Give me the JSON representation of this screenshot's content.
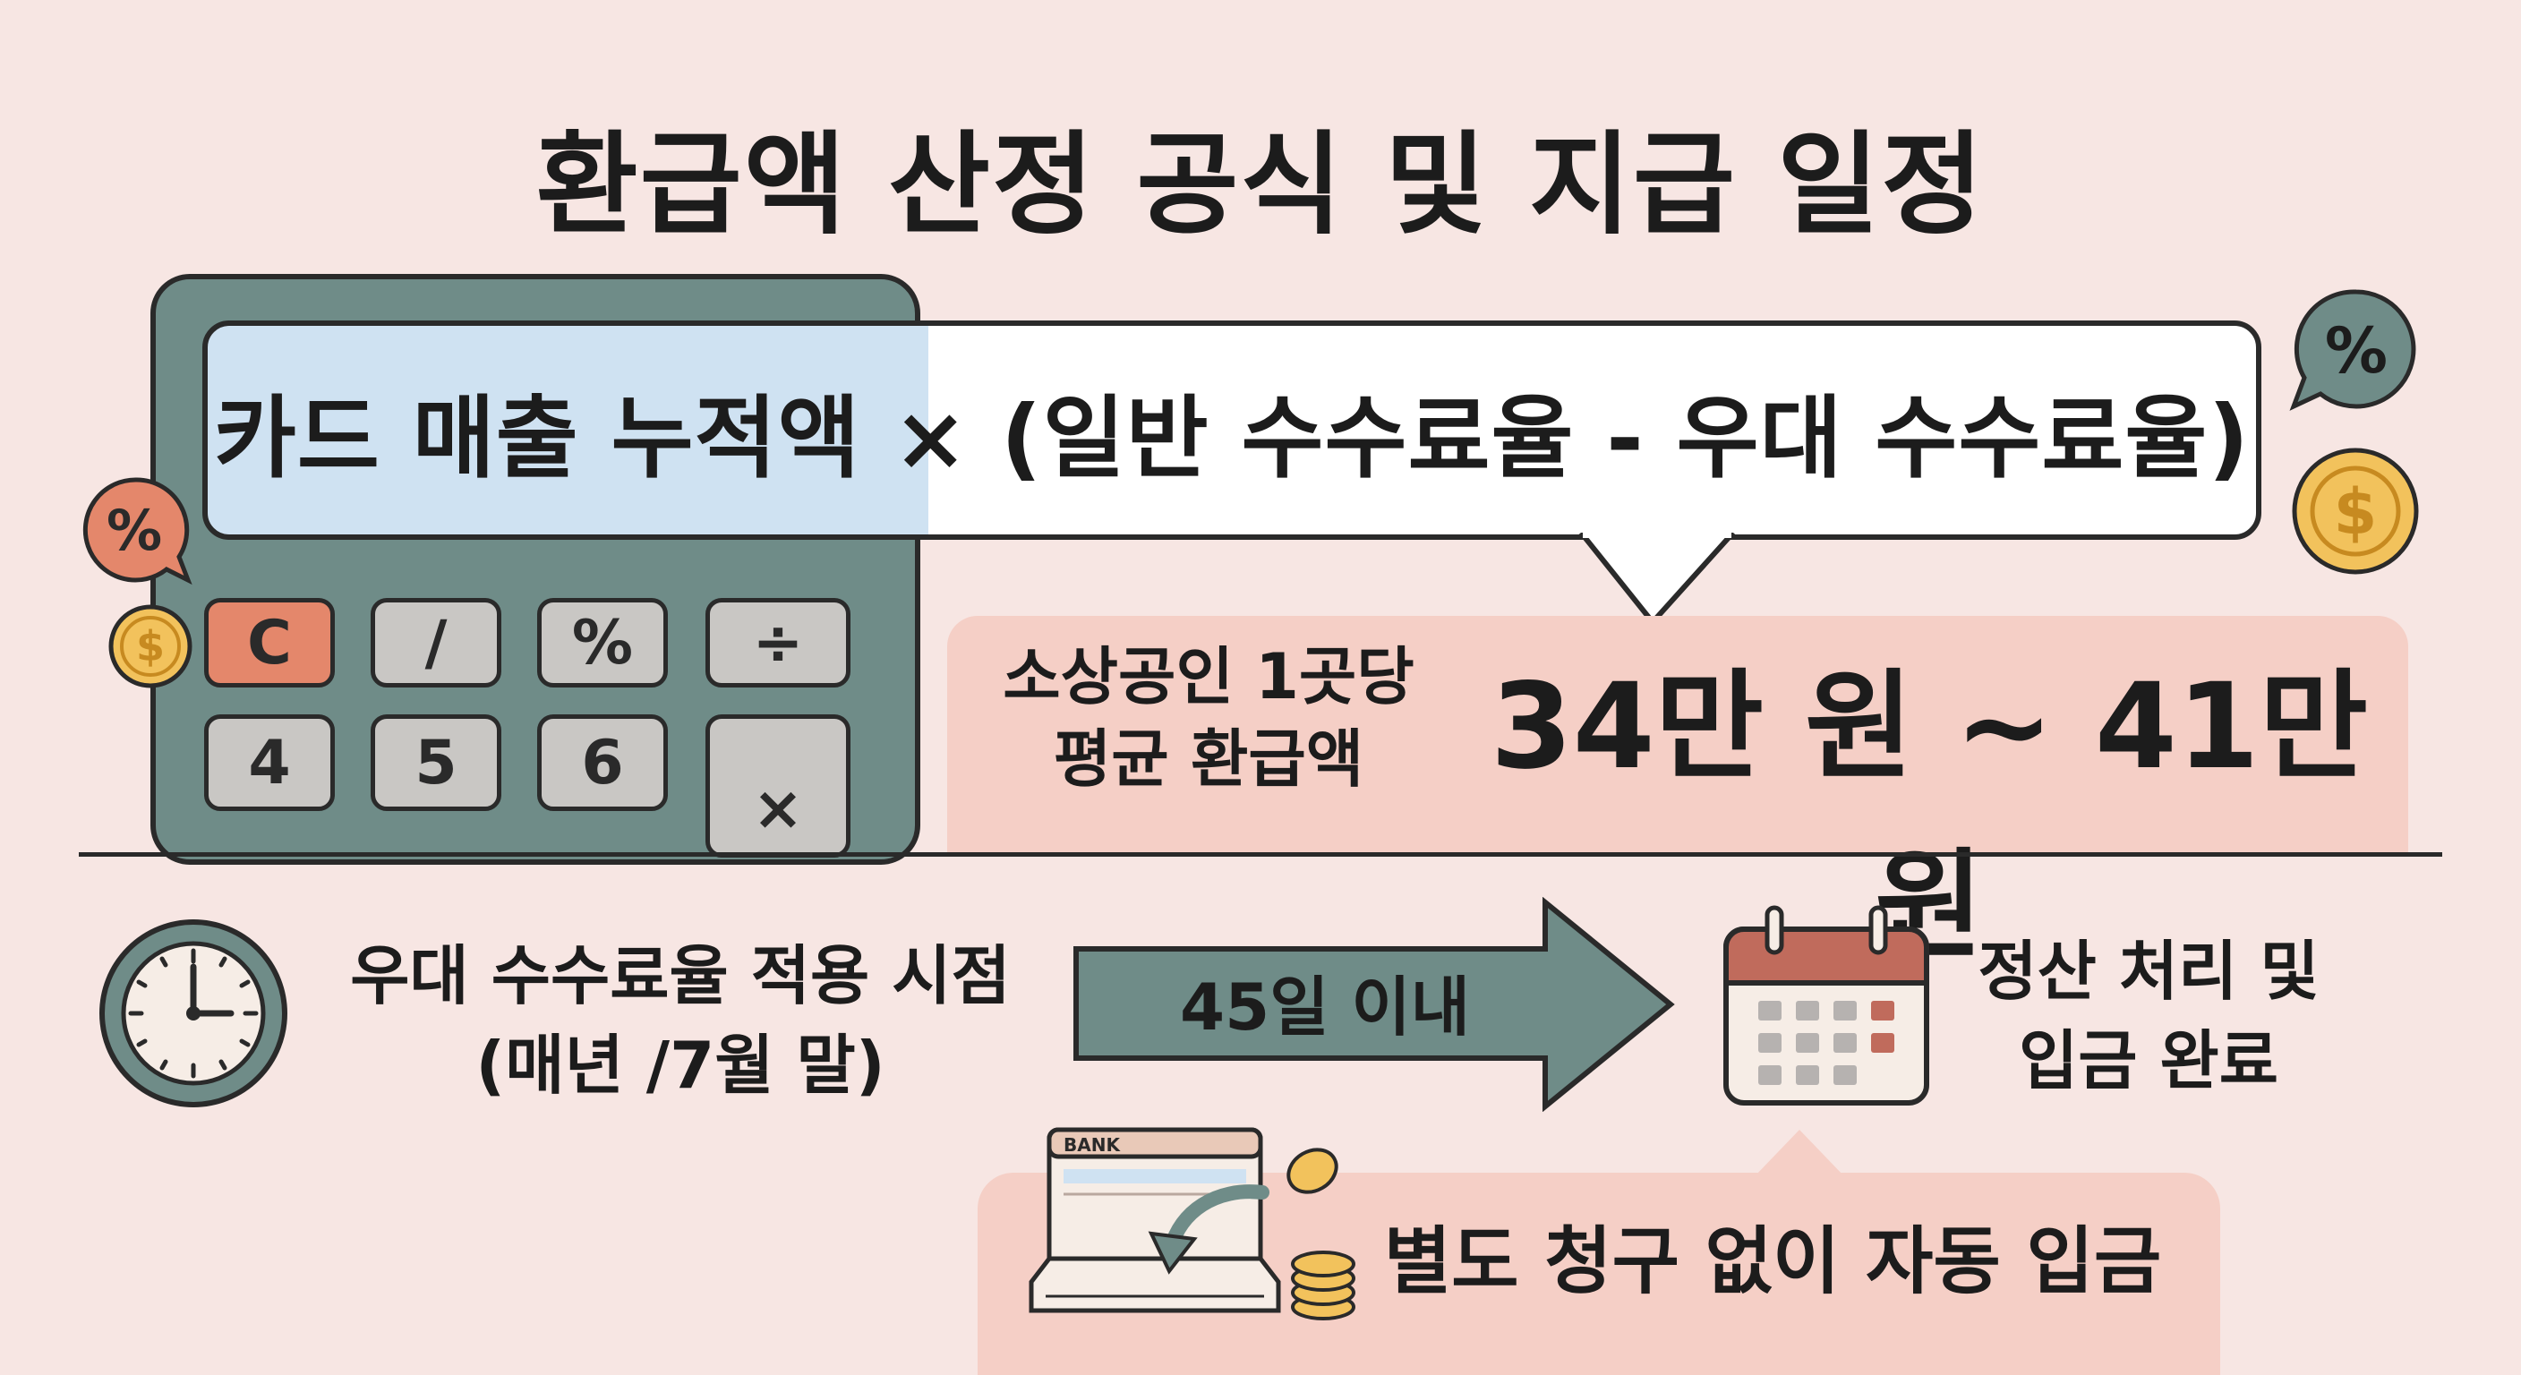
{
  "title": "환급액 산정 공식 및 지급 일정",
  "formula": {
    "text": "카드 매출 누적액 × (일반 수수료율 - 우대 수수료율)"
  },
  "calculator": {
    "keys": [
      "C",
      "/",
      "%",
      "÷",
      "4",
      "5",
      "6",
      "×"
    ]
  },
  "refund": {
    "label_line1": "소상공인 1곳당",
    "label_line2": "평균 환급액",
    "amount": "34만 원 ~ 41만 원"
  },
  "timeline": {
    "apply_line1": "우대 수수료율 적용 시점",
    "apply_line2": "(매년 /7월 말)",
    "arrow_label": "45일 이내",
    "settle_line1": "정산 처리 및",
    "settle_line2": "입금 완료"
  },
  "auto_deposit": {
    "text": "별도 청구 없이 자동 입금",
    "bank_label": "BANK"
  },
  "icons": {
    "percent_symbol": "%",
    "dollar_symbol": "$"
  },
  "colors": {
    "background": "#f7e6e3",
    "calculator": "#6f8c88",
    "highlight_blue": "#cfe2f2",
    "pink_box": "#f5cfc6",
    "coin": "#f2c25c",
    "red_key": "#e4876b"
  }
}
